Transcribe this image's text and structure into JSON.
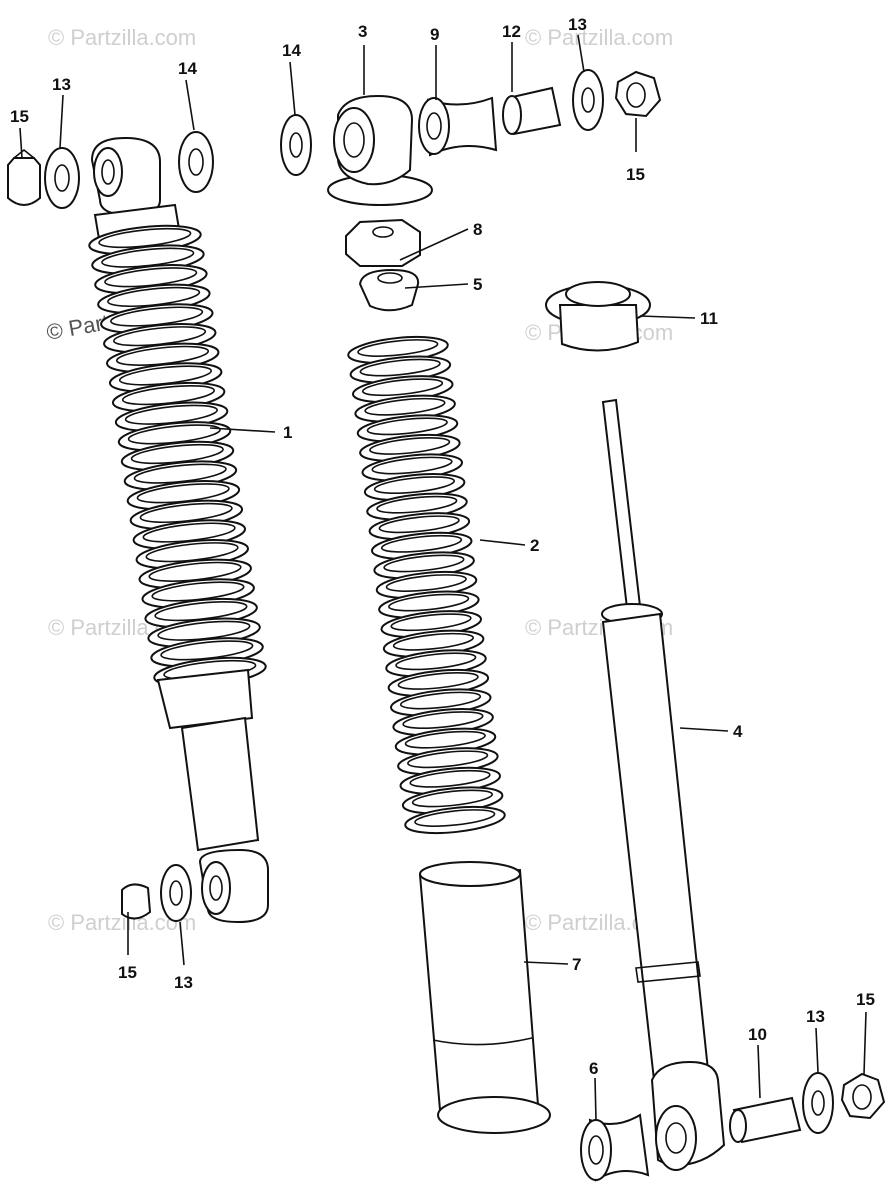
{
  "watermark": "© Partzilla.com",
  "callouts": {
    "c1": "1",
    "c2": "2",
    "c3": "3",
    "c4": "4",
    "c5": "5",
    "c6": "6",
    "c7": "7",
    "c8": "8",
    "c9": "9",
    "c10": "10",
    "c11": "11",
    "c12": "12",
    "c13a": "13",
    "c13b": "13",
    "c13c": "13",
    "c13d": "13",
    "c14a": "14",
    "c14b": "14",
    "c15a": "15",
    "c15b": "15",
    "c15c": "15",
    "c15d": "15"
  }
}
